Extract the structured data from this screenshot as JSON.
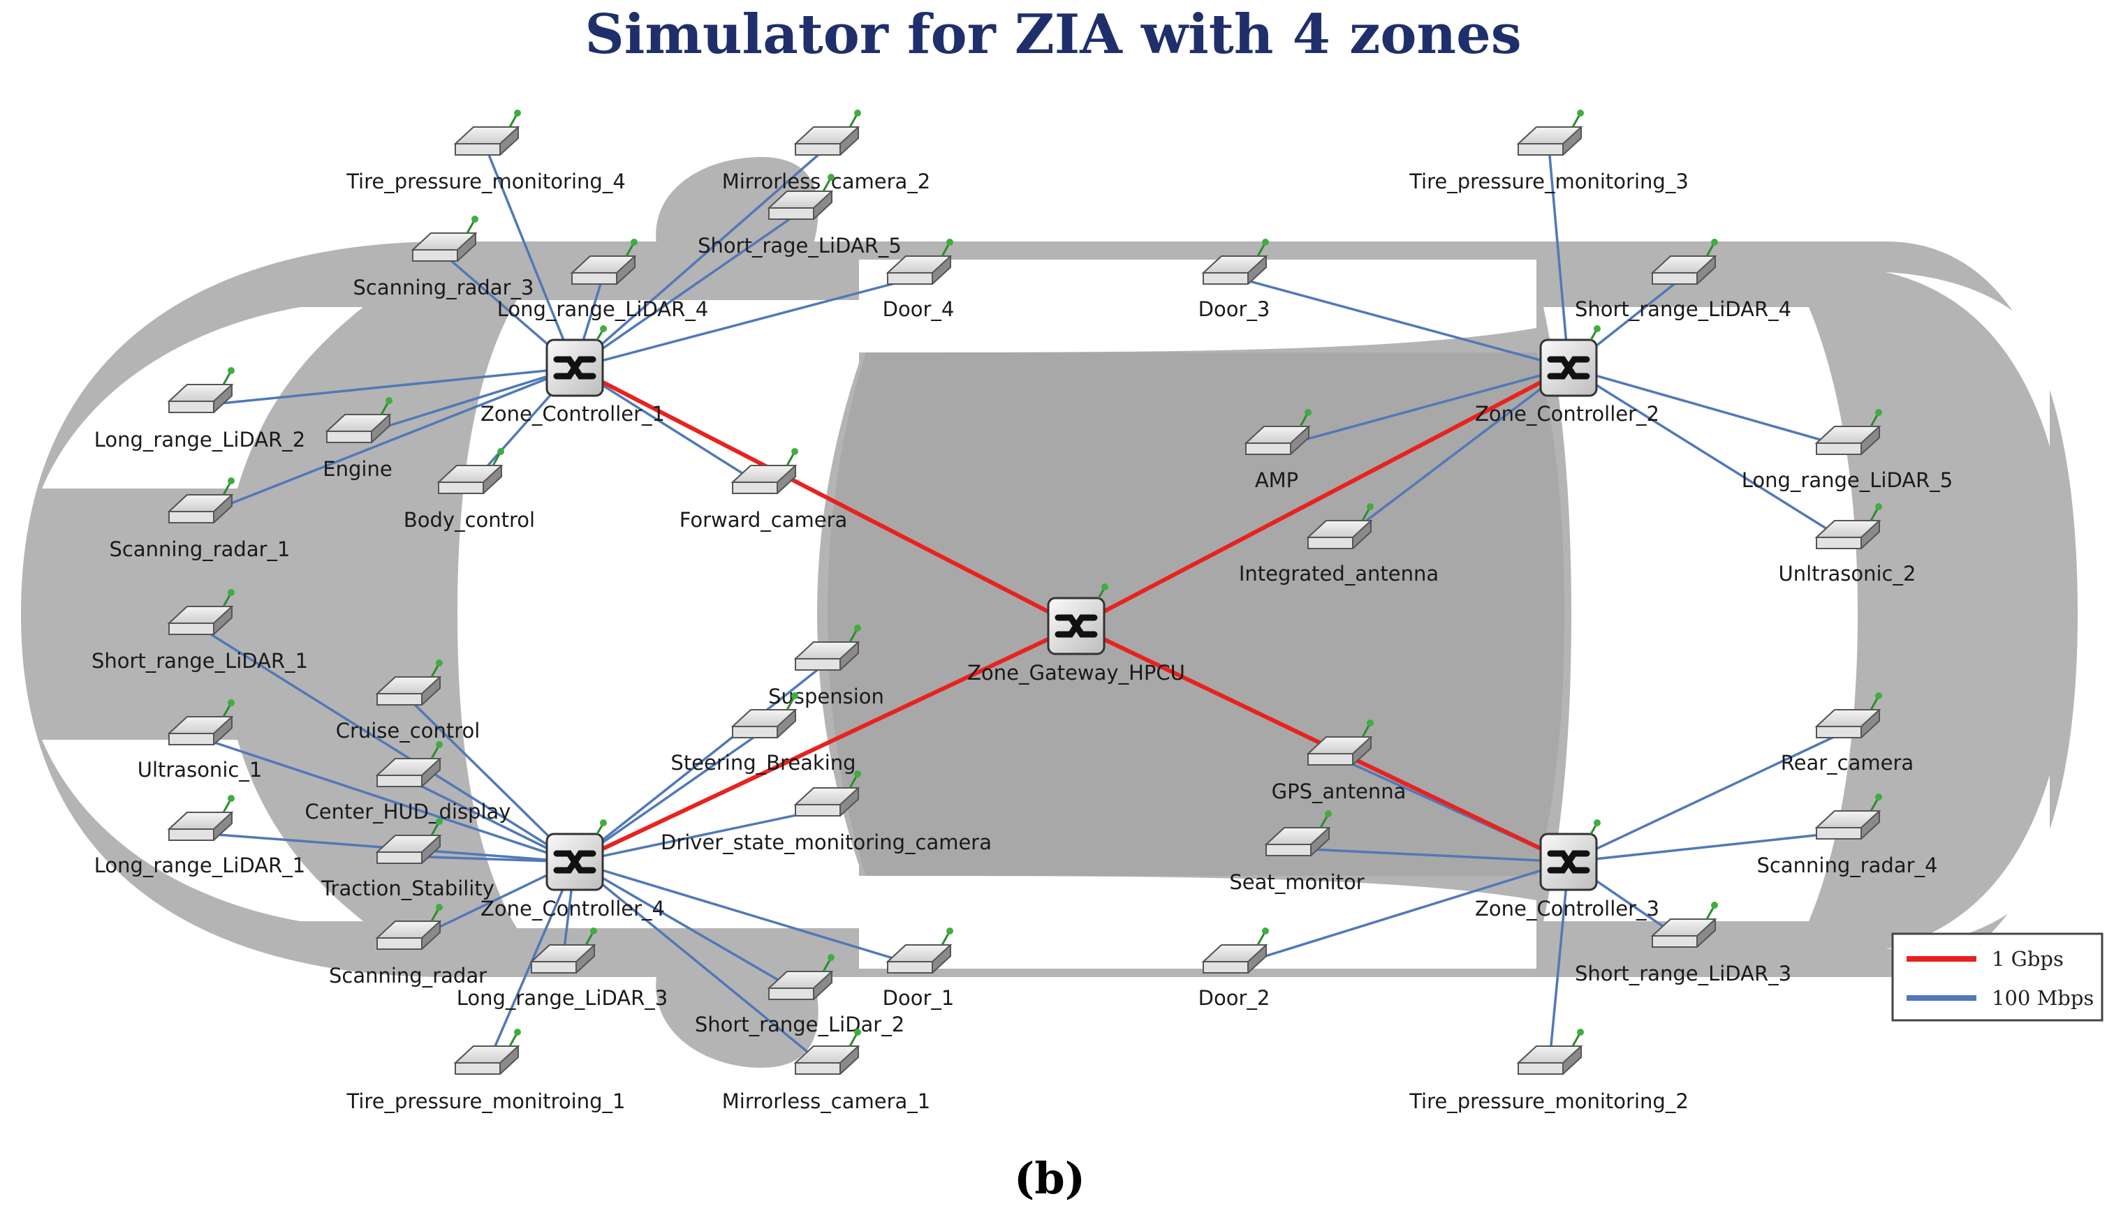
{
  "title": "Simulator for ZIA with 4 zones",
  "subfigure_label": "(b)",
  "colors": {
    "title": "#1f2f6b",
    "gbps_link": "#e8221f",
    "mbps_link": "#5079b8",
    "car_body": "#b4b4b4",
    "cabin": "#a8a8a8"
  },
  "legend": {
    "gbps_label": "1 Gbps",
    "mbps_label": "100 Mbps"
  },
  "switches": [
    {
      "id": "zc1",
      "label": "Zone_Controller_1"
    },
    {
      "id": "zc2",
      "label": "Zone_Controller_2"
    },
    {
      "id": "zc3",
      "label": "Zone_Controller_3"
    },
    {
      "id": "zc4",
      "label": "Zone_Controller_4"
    },
    {
      "id": "hpcu",
      "label": "Zone_Gateway_HPCU"
    }
  ],
  "devices": [
    {
      "id": "tpm4",
      "label": "Tire_pressure_monitoring_4",
      "zone": "zc1"
    },
    {
      "id": "mc2",
      "label": "Mirrorless_camera_2",
      "zone": "zc1"
    },
    {
      "id": "sl5",
      "label": "Short_rage_LiDAR_5",
      "zone": "zc1"
    },
    {
      "id": "sr3",
      "label": "Scanning_radar_3",
      "zone": "zc1"
    },
    {
      "id": "ll4",
      "label": "Long_range_LiDAR_4",
      "zone": "zc1"
    },
    {
      "id": "d4",
      "label": "Door_4",
      "zone": "zc1"
    },
    {
      "id": "ll2",
      "label": "Long_range_LiDAR_2",
      "zone": "zc1"
    },
    {
      "id": "eng",
      "label": "Engine",
      "zone": "zc1"
    },
    {
      "id": "bc",
      "label": "Body_control",
      "zone": "zc1"
    },
    {
      "id": "fc",
      "label": "Forward_camera",
      "zone": "zc1"
    },
    {
      "id": "sr1",
      "label": "Scanning_radar_1",
      "zone": "zc1"
    },
    {
      "id": "tpm3",
      "label": "Tire_pressure_monitoring_3",
      "zone": "zc2"
    },
    {
      "id": "d3",
      "label": "Door_3",
      "zone": "zc2"
    },
    {
      "id": "sl4",
      "label": "Short_range_LiDAR_4",
      "zone": "zc2"
    },
    {
      "id": "amp",
      "label": "AMP",
      "zone": "zc2"
    },
    {
      "id": "ll5",
      "label": "Long_range_LiDAR_5",
      "zone": "zc2"
    },
    {
      "id": "ia",
      "label": "Integrated_antenna",
      "zone": "zc2"
    },
    {
      "id": "us2",
      "label": "Unltrasonic_2",
      "zone": "zc2"
    },
    {
      "id": "sl1",
      "label": "Short_range_LiDAR_1",
      "zone": "zc4"
    },
    {
      "id": "cc",
      "label": "Cruise_control",
      "zone": "zc4"
    },
    {
      "id": "us1",
      "label": "Ultrasonic_1",
      "zone": "zc4"
    },
    {
      "id": "hud",
      "label": "Center_HUD_display",
      "zone": "zc4"
    },
    {
      "id": "ll1",
      "label": "Long_range_LiDAR_1",
      "zone": "zc4"
    },
    {
      "id": "ts",
      "label": "Traction_Stability",
      "zone": "zc4"
    },
    {
      "id": "srr",
      "label": "Scanning_radar",
      "zone": "zc4"
    },
    {
      "id": "ll3",
      "label": "Long_range_LiDAR_3",
      "zone": "zc4"
    },
    {
      "id": "tpm1",
      "label": "Tire_pressure_monitroing_1",
      "zone": "zc4"
    },
    {
      "id": "sl2",
      "label": "Short_range_LiDar_2",
      "zone": "zc4"
    },
    {
      "id": "mc1",
      "label": "Mirrorless_camera_1",
      "zone": "zc4"
    },
    {
      "id": "d1",
      "label": "Door_1",
      "zone": "zc4"
    },
    {
      "id": "susp",
      "label": "Suspension",
      "zone": "zc4"
    },
    {
      "id": "sb",
      "label": "Steering_Breaking",
      "zone": "zc4"
    },
    {
      "id": "dsm",
      "label": "Driver_state_monitoring_camera",
      "zone": "zc4"
    },
    {
      "id": "gps",
      "label": "GPS_antenna",
      "zone": "zc3"
    },
    {
      "id": "sm",
      "label": "Seat_monitor",
      "zone": "zc3"
    },
    {
      "id": "d2",
      "label": "Door_2",
      "zone": "zc3"
    },
    {
      "id": "rc",
      "label": "Rear_camera",
      "zone": "zc3"
    },
    {
      "id": "sr4",
      "label": "Scanning_radar_4",
      "zone": "zc3"
    },
    {
      "id": "sl3",
      "label": "Short_range_LiDAR_3",
      "zone": "zc3"
    },
    {
      "id": "tpm2",
      "label": "Tire_pressure_monitoring_2",
      "zone": "zc3"
    }
  ],
  "backbone_links": [
    {
      "from": "zc1",
      "to": "hpcu",
      "speed": "1 Gbps"
    },
    {
      "from": "zc2",
      "to": "hpcu",
      "speed": "1 Gbps"
    },
    {
      "from": "zc3",
      "to": "hpcu",
      "speed": "1 Gbps"
    },
    {
      "from": "zc4",
      "to": "hpcu",
      "speed": "1 Gbps"
    }
  ]
}
